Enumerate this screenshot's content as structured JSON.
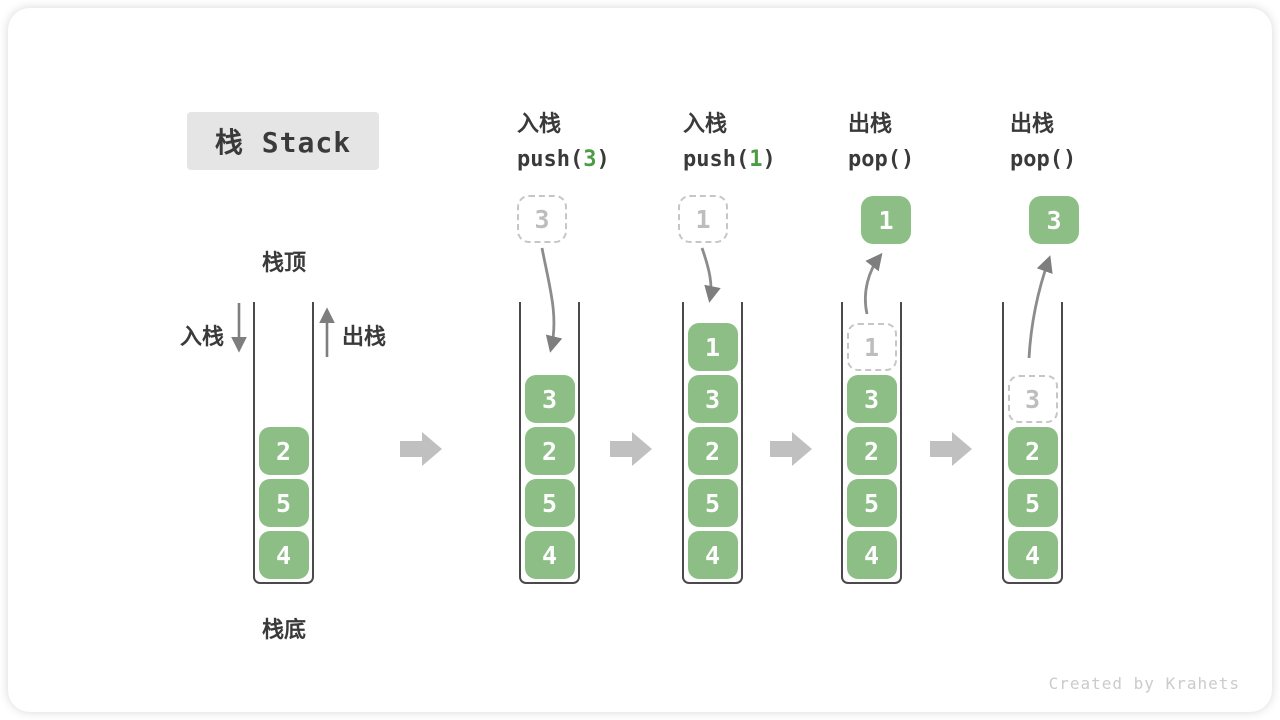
{
  "page": {
    "title": "栈 Stack",
    "watermark": "Created by Krahets"
  },
  "labels": {
    "stack_top": "栈顶",
    "stack_bottom": "栈底",
    "push": "入栈",
    "pop": "出栈"
  },
  "colors": {
    "cell_green": "#8CBE85",
    "call_arg_green": "#4C9B45",
    "dark_text": "#3A3A3A",
    "wall_gray": "#4A4A4A",
    "arrow_gray": "#8C8C8C",
    "step_arrow_gray": "#C0C0C0",
    "dashed_gray": "#C6C6C6"
  },
  "operations": [
    {
      "action": "入栈",
      "call_before": "push(",
      "call_arg": "3",
      "call_after": ")"
    },
    {
      "action": "入栈",
      "call_before": "push(",
      "call_arg": "1",
      "call_after": ")"
    },
    {
      "action": "出栈",
      "call_before": "pop(",
      "call_arg": "",
      "call_after": ")"
    },
    {
      "action": "出栈",
      "call_before": "pop(",
      "call_arg": "",
      "call_after": ")"
    }
  ],
  "stacks": [
    {
      "state": "initial",
      "floating": null,
      "cells": [
        {
          "value": "2",
          "variant": "solid"
        },
        {
          "value": "5",
          "variant": "solid"
        },
        {
          "value": "4",
          "variant": "solid"
        }
      ]
    },
    {
      "state": "after push(3)",
      "floating": {
        "value": "3",
        "variant": "dashed"
      },
      "cells": [
        {
          "value": "3",
          "variant": "solid"
        },
        {
          "value": "2",
          "variant": "solid"
        },
        {
          "value": "5",
          "variant": "solid"
        },
        {
          "value": "4",
          "variant": "solid"
        }
      ]
    },
    {
      "state": "after push(1)",
      "floating": {
        "value": "1",
        "variant": "dashed"
      },
      "cells": [
        {
          "value": "1",
          "variant": "solid"
        },
        {
          "value": "3",
          "variant": "solid"
        },
        {
          "value": "2",
          "variant": "solid"
        },
        {
          "value": "5",
          "variant": "solid"
        },
        {
          "value": "4",
          "variant": "solid"
        }
      ]
    },
    {
      "state": "after pop() returns 1",
      "floating": {
        "value": "1",
        "variant": "solid"
      },
      "cells": [
        {
          "value": "1",
          "variant": "dashed"
        },
        {
          "value": "3",
          "variant": "solid"
        },
        {
          "value": "2",
          "variant": "solid"
        },
        {
          "value": "5",
          "variant": "solid"
        },
        {
          "value": "4",
          "variant": "solid"
        }
      ]
    },
    {
      "state": "after pop() returns 3",
      "floating": {
        "value": "3",
        "variant": "solid"
      },
      "cells": [
        {
          "value": "3",
          "variant": "dashed"
        },
        {
          "value": "2",
          "variant": "solid"
        },
        {
          "value": "5",
          "variant": "solid"
        },
        {
          "value": "4",
          "variant": "solid"
        }
      ]
    }
  ]
}
